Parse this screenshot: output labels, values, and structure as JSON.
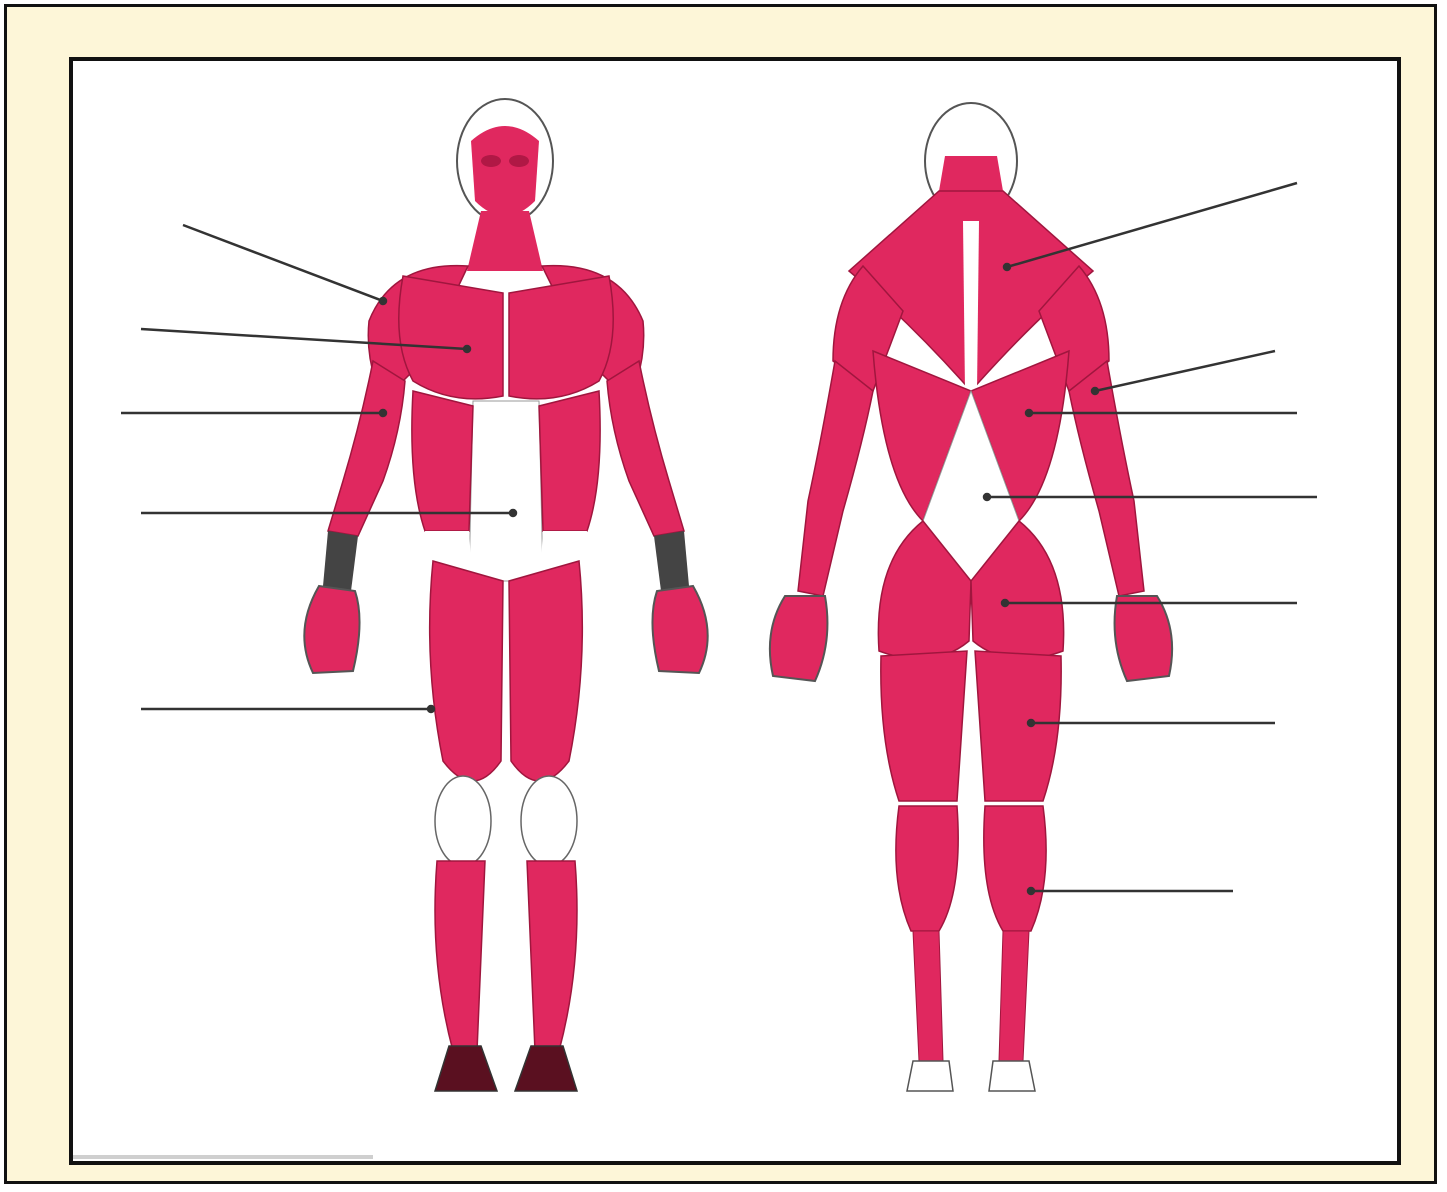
{
  "colors": {
    "frame_background": "#fdf6d8",
    "panel_background": "#ffffff",
    "border": "#111111",
    "muscle": "#e0285f",
    "muscle_dark": "#b01845",
    "tendon": "#ffffff",
    "leader_line": "#333333"
  },
  "diagram": {
    "figures": [
      "anterior-view",
      "posterior-view"
    ],
    "label_blanks_front": 5,
    "label_blanks_back": 7
  }
}
